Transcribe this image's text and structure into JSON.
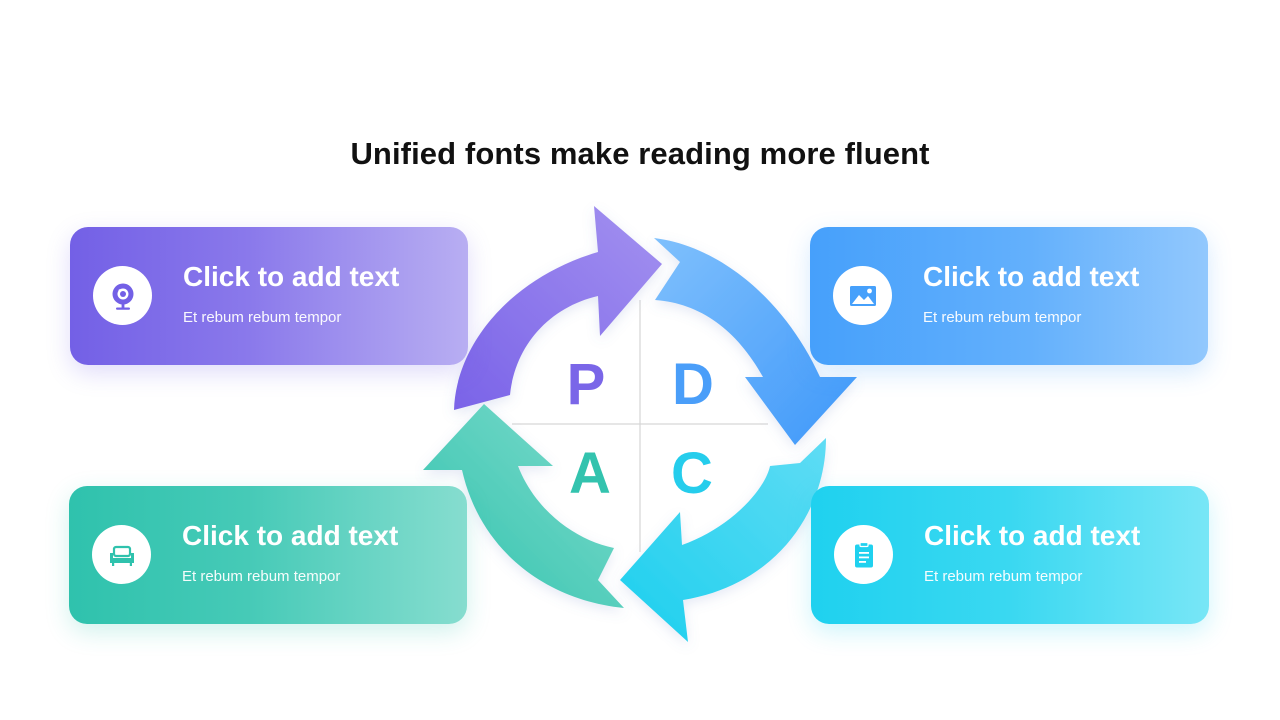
{
  "title": "Unified fonts make reading more fluent",
  "cards": [
    {
      "title": "Click to add text",
      "subtitle": "Et rebum rebum tempor",
      "icon": "webcam-icon",
      "color": "#7360e6"
    },
    {
      "title": "Click to add text",
      "subtitle": "Et rebum rebum tempor",
      "icon": "image-icon",
      "color": "#46a0fb"
    },
    {
      "title": "Click to add text",
      "subtitle": "Et rebum rebum tempor",
      "icon": "sofa-icon",
      "color": "#2fc2ad"
    },
    {
      "title": "Click to add text",
      "subtitle": "Et rebum rebum tempor",
      "icon": "clipboard-icon",
      "color": "#1fd1ef"
    }
  ],
  "cycle": {
    "letters": [
      "P",
      "D",
      "A",
      "C"
    ],
    "colors": {
      "purple": "#7a66e8",
      "blue": "#4a9ef9",
      "green": "#33c3ae",
      "cyan": "#25cdec"
    }
  }
}
